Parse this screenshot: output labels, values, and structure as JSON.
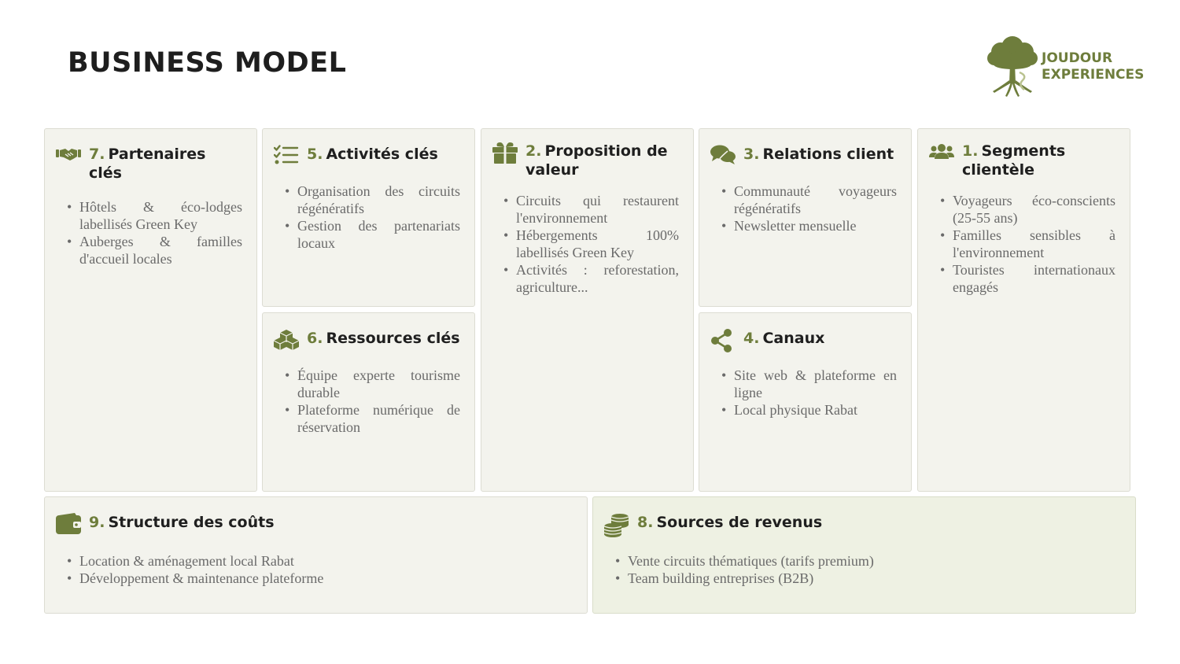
{
  "page": {
    "title": "BUSINESS MODEL"
  },
  "logo": {
    "line1": "JOUDOUR",
    "line2": "EXPERIENCES",
    "color": "#6e7d3c"
  },
  "accent_color": "#6e7d3c",
  "blocks": {
    "partners": {
      "number": "7.",
      "title": "Partenaires clés",
      "icon": "handshake-icon",
      "items": [
        "Hôtels & éco-lodges labellisés Green Key",
        "Auberges & familles d'accueil locales"
      ]
    },
    "activities": {
      "number": "5.",
      "title": "Activités clés",
      "icon": "checklist-icon",
      "items": [
        "Organisation des circuits régénératifs",
        "Gestion des partenariats locaux"
      ]
    },
    "resources": {
      "number": "6.",
      "title": "Ressources clés",
      "icon": "cubes-icon",
      "items": [
        "Équipe experte tourisme durable",
        "Plateforme numérique de réservation"
      ]
    },
    "value": {
      "number": "2.",
      "title": "Proposition de valeur",
      "icon": "gift-icon",
      "items": [
        "Circuits qui restaurent l'environnement",
        "Hébergements 100% labellisés Green Key",
        "Activités : reforestation, agriculture..."
      ]
    },
    "relations": {
      "number": "3.",
      "title": "Relations client",
      "icon": "chat-icon",
      "items": [
        "Communauté voyageurs régénératifs",
        "Newsletter mensuelle"
      ]
    },
    "channels": {
      "number": "4.",
      "title": "Canaux",
      "icon": "share-icon",
      "items": [
        "Site web & plateforme en ligne",
        "Local physique Rabat"
      ]
    },
    "segments": {
      "number": "1.",
      "title": "Segments clientèle",
      "icon": "users-icon",
      "items": [
        "Voyageurs éco-conscients (25-55 ans)",
        "Familles sensibles à l'environnement",
        "Touristes internationaux engagés"
      ]
    },
    "costs": {
      "number": "9.",
      "title": "Structure des coûts",
      "icon": "wallet-icon",
      "items": [
        "Location & aménagement local Rabat",
        "Développement & maintenance plateforme"
      ]
    },
    "revenue": {
      "number": "8.",
      "title": "Sources de revenus",
      "icon": "coins-icon",
      "items": [
        "Vente circuits thématiques (tarifs premium)",
        "Team building entreprises (B2B)"
      ]
    }
  }
}
